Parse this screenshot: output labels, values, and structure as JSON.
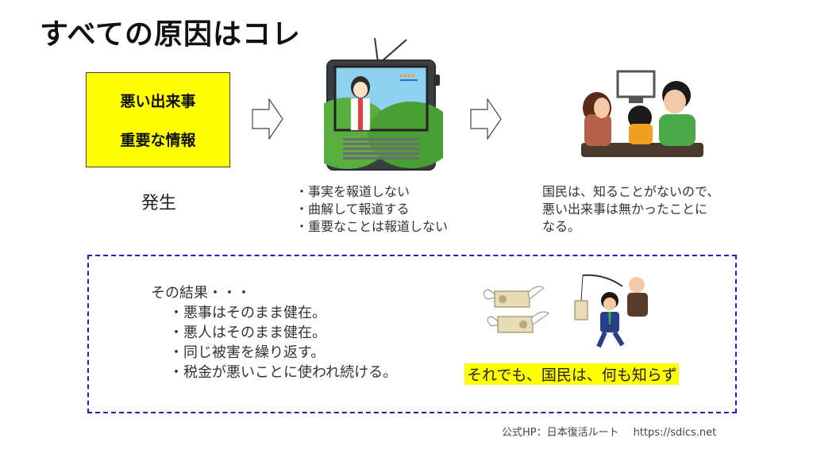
{
  "title": "すべての原因はコレ",
  "cause_box": {
    "line1": "悪い出来事",
    "line2": "重要な情報"
  },
  "cause_label": "発生",
  "media_list": [
    "・事実を報道しない",
    "・曲解して報道する",
    "・重要なことは報道しない"
  ],
  "citizens_text": [
    "国民は、知ることがないので、",
    "悪い出来事は無かったことに",
    "なる。"
  ],
  "result": {
    "heading": "その結果・・・",
    "items": [
      "・悪事はそのまま健在。",
      "・悪人はそのまま健在。",
      "・同じ被害を繰り返す。",
      "・税金が悪いことに使われ続ける。"
    ],
    "highlight": "それでも、国民は、何も知らず"
  },
  "footer": {
    "official": "公式HP：日本復活ルート",
    "url": "https://sdics.net"
  },
  "colors": {
    "box_yellow": "#ffff00",
    "dashed_border": "#1c1cc8"
  }
}
